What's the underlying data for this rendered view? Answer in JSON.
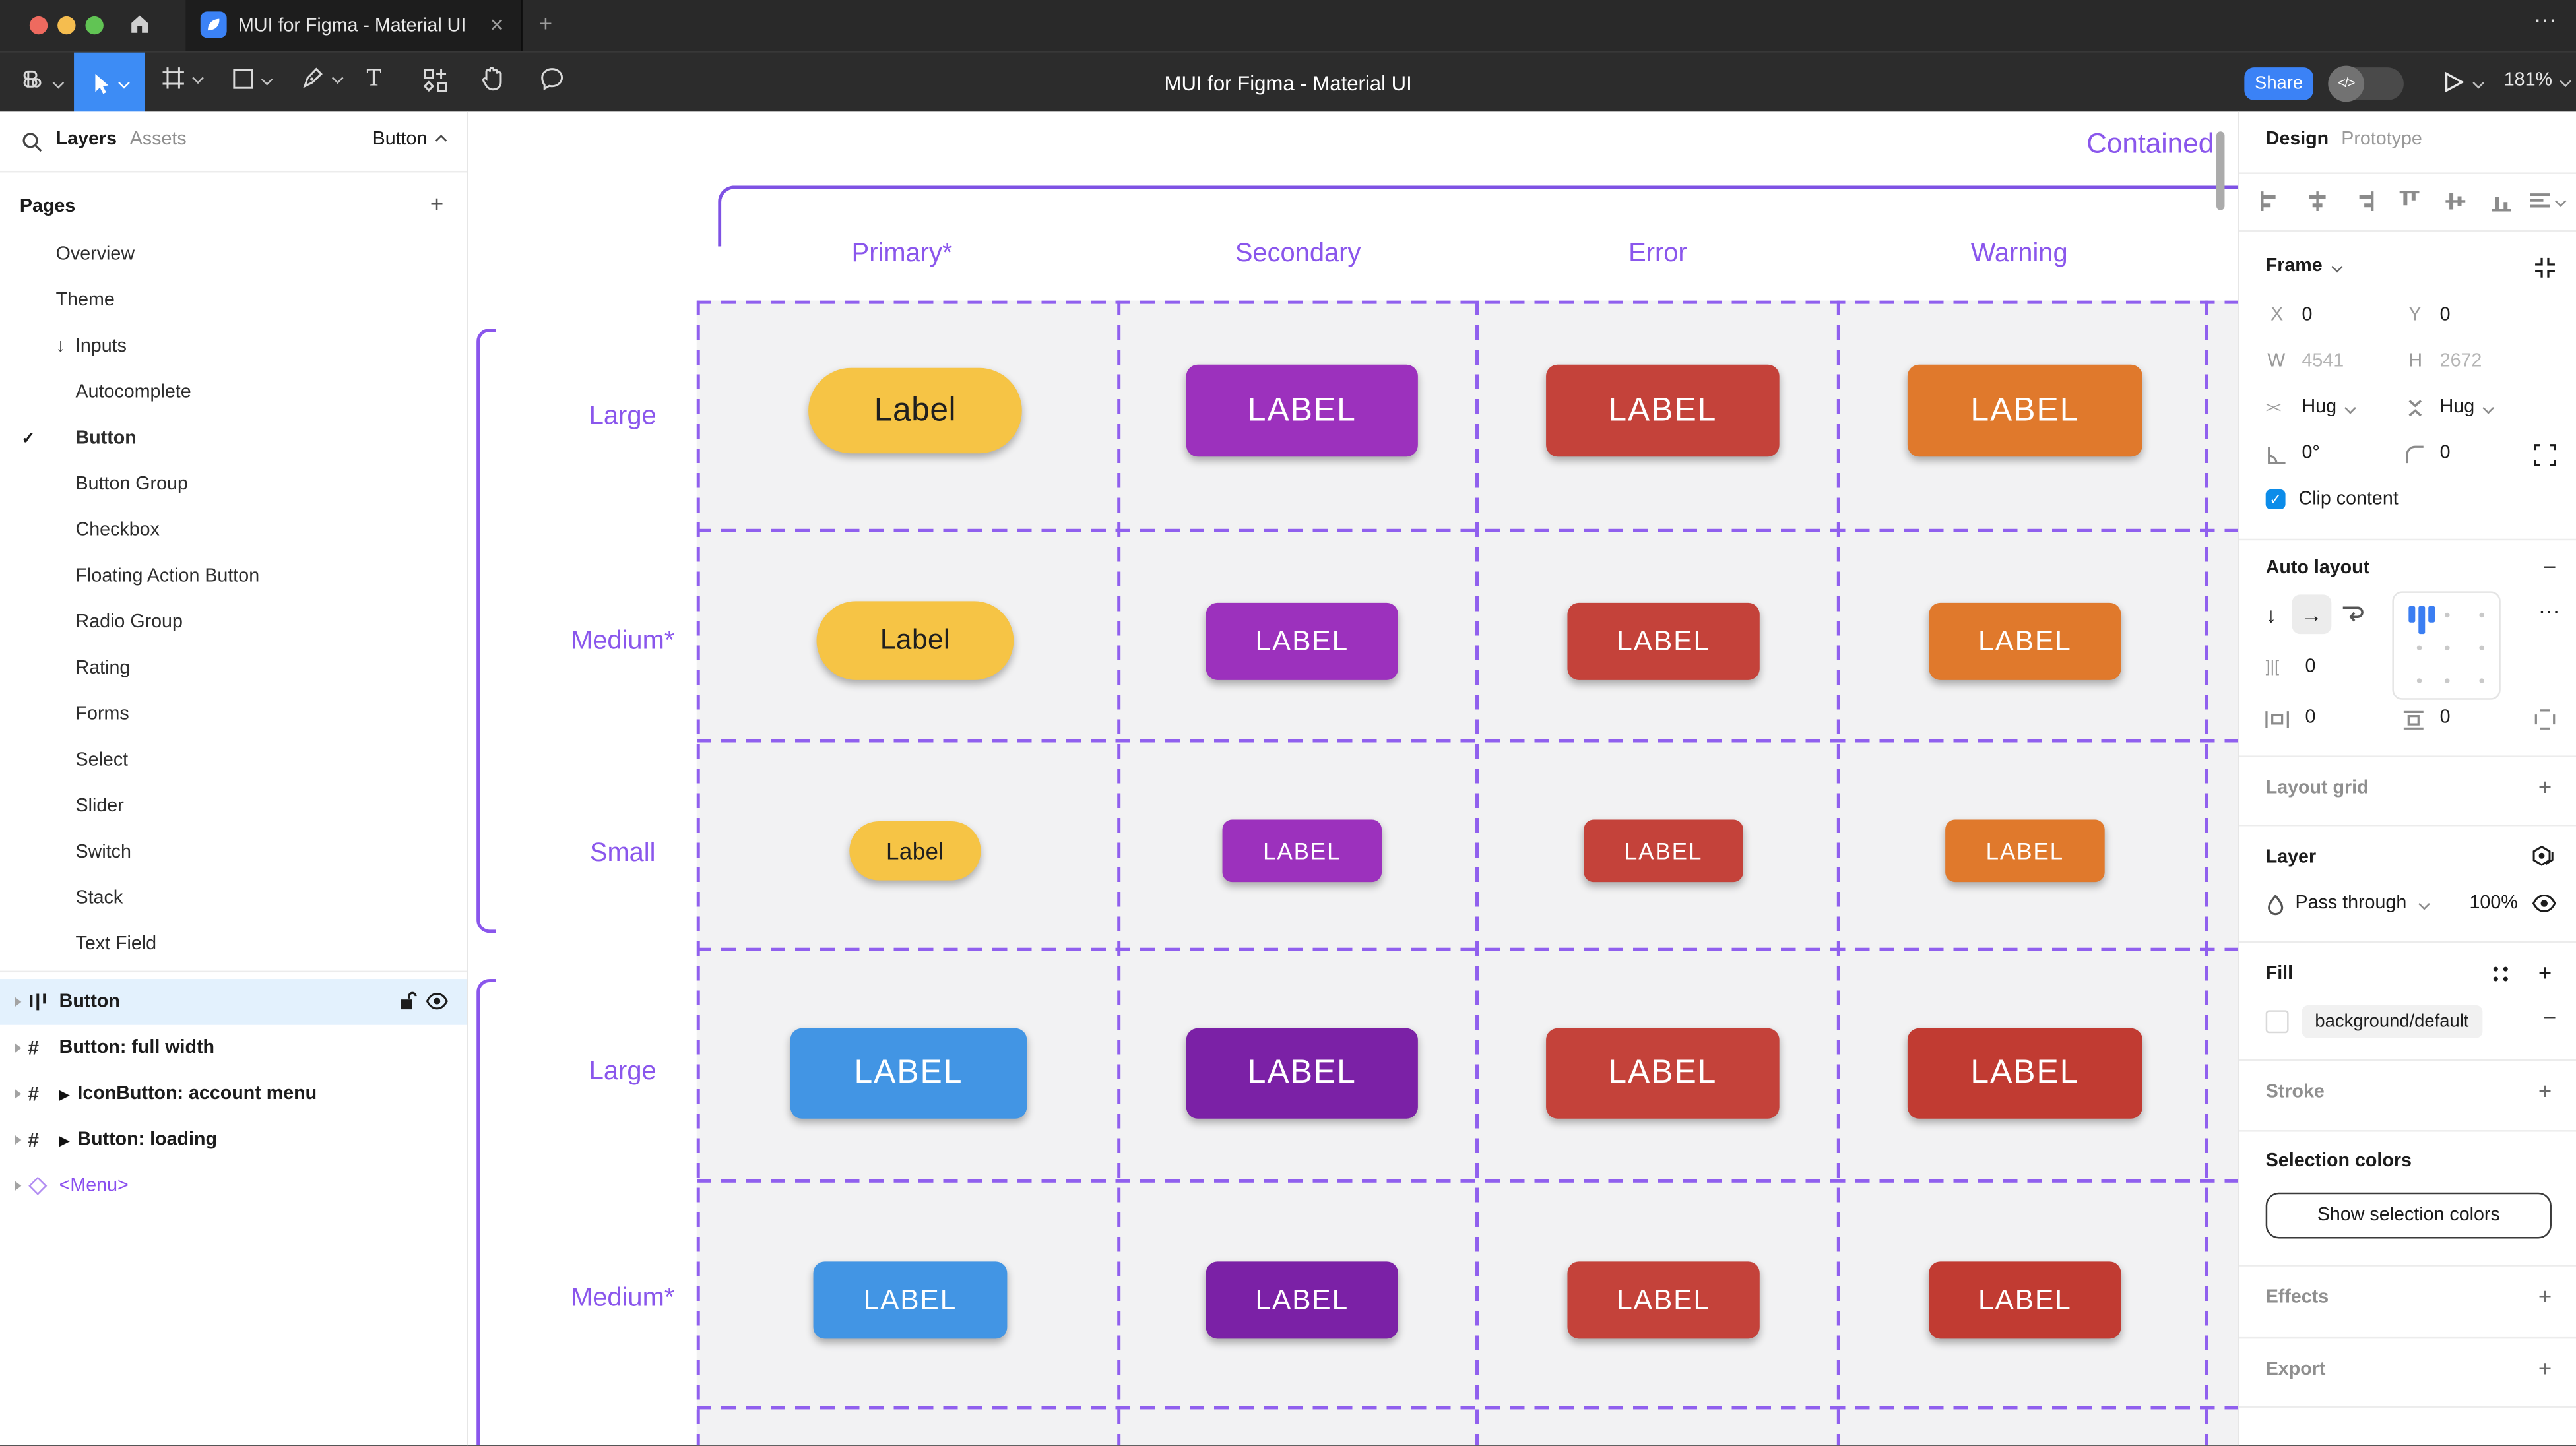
{
  "browser": {
    "tab_title": "MUI for Figma - Material UI",
    "new_tab_glyph": "+",
    "close_glyph": "✕",
    "window_more_glyph": "⋯"
  },
  "toolbar": {
    "document_title": "MUI for Figma - Material UI",
    "share_label": "Share",
    "dev_toggle_glyph": "</>",
    "zoom_level": "181%"
  },
  "left_panel": {
    "tabs": {
      "layers": "Layers",
      "assets": "Assets"
    },
    "page_selector": "Button",
    "pages_header": "Pages",
    "add_page_glyph": "+",
    "pages": [
      {
        "label": "Overview"
      },
      {
        "label": "Theme"
      },
      {
        "label": "Inputs",
        "prefix": "↓"
      },
      {
        "label": "Autocomplete"
      },
      {
        "label": "Button",
        "check": "✓"
      },
      {
        "label": "Button Group"
      },
      {
        "label": "Checkbox"
      },
      {
        "label": "Floating Action Button"
      },
      {
        "label": "Radio Group"
      },
      {
        "label": "Rating"
      },
      {
        "label": "Forms"
      },
      {
        "label": "Select"
      },
      {
        "label": "Slider"
      },
      {
        "label": "Switch"
      },
      {
        "label": "Stack"
      },
      {
        "label": "Text Field"
      }
    ],
    "layers": [
      {
        "name": "Button"
      },
      {
        "name": "Button: full width"
      },
      {
        "name": "IconButton: account menu",
        "marker": "▶"
      },
      {
        "name": "Button: loading",
        "marker": "▶"
      },
      {
        "name": "<Menu>"
      }
    ]
  },
  "canvas": {
    "section_title": "Contained",
    "columns": [
      "Primary*",
      "Secondary",
      "Error",
      "Warning"
    ],
    "rows": [
      {
        "label": "Large",
        "buttons": [
          "Label",
          "LABEL",
          "LABEL",
          "LABEL"
        ]
      },
      {
        "label": "Medium*",
        "buttons": [
          "Label",
          "LABEL",
          "LABEL",
          "LABEL"
        ]
      },
      {
        "label": "Small",
        "buttons": [
          "Label",
          "LABEL",
          "LABEL",
          "LABEL"
        ]
      },
      {
        "label": "Large",
        "buttons": [
          "LABEL",
          "LABEL",
          "LABEL",
          "LABEL"
        ]
      },
      {
        "label": "Medium*",
        "buttons": [
          "LABEL",
          "LABEL",
          "LABEL",
          "LABEL"
        ]
      }
    ]
  },
  "right_panel": {
    "tabs": {
      "design": "Design",
      "prototype": "Prototype"
    },
    "frame": {
      "title": "Frame",
      "x_label": "X",
      "x_value": "0",
      "y_label": "Y",
      "y_value": "0",
      "w_label": "W",
      "w_value": "4541",
      "h_label": "H",
      "h_value": "2672",
      "hug_h": "Hug",
      "hug_v": "Hug",
      "rotation": "0°",
      "corner_radius": "0",
      "clip_label": "Clip content",
      "clip_check": "✓"
    },
    "auto_layout": {
      "title": "Auto layout",
      "gap": "0",
      "padding_h": "0",
      "padding_v": "0",
      "more_glyph": "⋯",
      "remove_glyph": "−"
    },
    "layout_grid": {
      "title": "Layout grid"
    },
    "layer": {
      "title": "Layer",
      "blend_mode": "Pass through",
      "opacity": "100%"
    },
    "fill": {
      "title": "Fill",
      "value": "background/default",
      "remove_glyph": "−"
    },
    "stroke": {
      "title": "Stroke"
    },
    "selection_colors": {
      "title": "Selection colors",
      "button_label": "Show selection colors"
    },
    "effects": {
      "title": "Effects"
    },
    "export": {
      "title": "Export"
    }
  },
  "colors": {
    "accent_blue": "#3b82f6",
    "tool_selected_blue": "#3d8cf5",
    "figma_purple": "#8a56ec",
    "selected_layer_row": "#e3f1fd",
    "clip_checkbox_blue": "#0c8ce9",
    "grid_cell_gray": "#f2f2f3",
    "primary_yellow": "#f6c445",
    "secondary_purple": "#9c31bd",
    "secondary_purple_dark": "#7b21a6",
    "error_red": "#c4423a",
    "warning_orange": "#e0792c",
    "warning_red_dark": "#c13b32",
    "primary_blue": "#4295e4"
  }
}
